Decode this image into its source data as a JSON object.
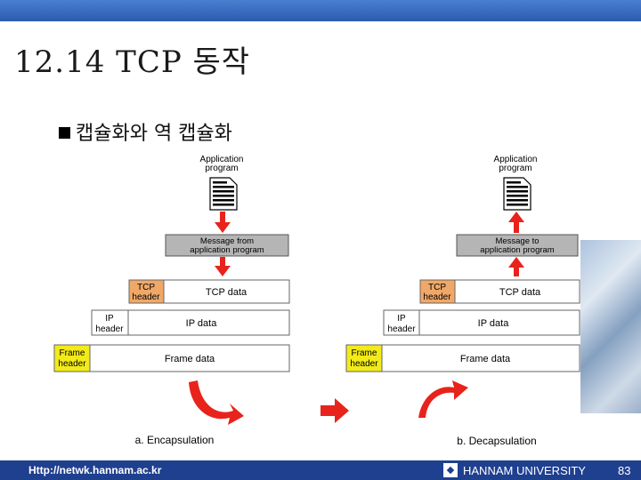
{
  "slide": {
    "title": "12.14 TCP 동작",
    "bullet": "캡슐화와 역 캡슐화"
  },
  "diagram_a": {
    "app": [
      "Application",
      "program"
    ],
    "message": [
      "Message from",
      "application program"
    ],
    "tcp_header": [
      "TCP",
      "header"
    ],
    "tcp_data": "TCP  data",
    "ip_header": [
      "IP",
      "header"
    ],
    "ip_data": "IP data",
    "frame_header": [
      "Frame",
      "header"
    ],
    "frame_data": "Frame data",
    "caption": "a. Encapsulation"
  },
  "diagram_b": {
    "app": [
      "Application",
      "program"
    ],
    "message": [
      "Message to",
      "application program"
    ],
    "tcp_header": [
      "TCP",
      "header"
    ],
    "tcp_data": "TCP  data",
    "ip_header": [
      "IP",
      "header"
    ],
    "ip_data": "IP data",
    "frame_header": [
      "Frame",
      "header"
    ],
    "frame_data": "Frame data",
    "caption": "b. Decapsulation"
  },
  "footer": {
    "url": "Http://netwk.hannam.ac.kr",
    "university": "HANNAM  UNIVERSITY",
    "page": "83"
  },
  "colors": {
    "tcp_header": "#f0a868",
    "frame_header": "#f2ea1a",
    "message_box": "#b5b5b5",
    "arrow": "#e8231c",
    "footer": "#1f3f8f"
  }
}
